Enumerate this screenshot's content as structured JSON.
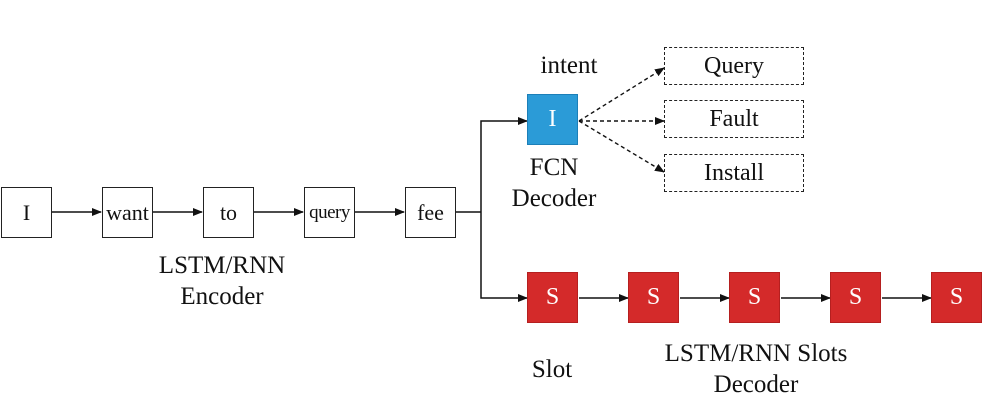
{
  "encoder": {
    "tokens": [
      "I",
      "want",
      "to",
      "query",
      "fee"
    ],
    "label_line1": "LSTM/RNN",
    "label_line2": "Encoder"
  },
  "intent": {
    "heading": "intent",
    "box_label": "I",
    "decoder_line1": "FCN",
    "decoder_line2": "Decoder",
    "outputs": [
      "Query",
      "Fault",
      "Install"
    ]
  },
  "slots": {
    "box_label": "S",
    "count": 5,
    "heading": "Slot",
    "decoder_line1": "LSTM/RNN Slots",
    "decoder_line2": "Decoder"
  },
  "colors": {
    "intent_fill": "#2b9bd7",
    "slot_fill": "#d42a2a",
    "line": "#111111"
  }
}
